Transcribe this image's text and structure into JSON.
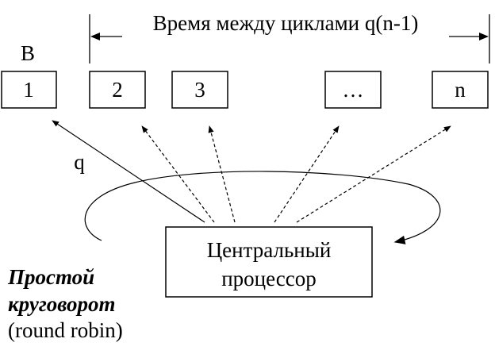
{
  "top_label": "Время между циклами q(n-1)",
  "b_label": "B",
  "q_label": "q",
  "processes": [
    "1",
    "2",
    "3",
    "…",
    "n"
  ],
  "cpu": {
    "line1": "Центральный",
    "line2": "процессор"
  },
  "caption": {
    "line1": "Простой",
    "line2": "круговорот",
    "line3": "(round robin)"
  }
}
